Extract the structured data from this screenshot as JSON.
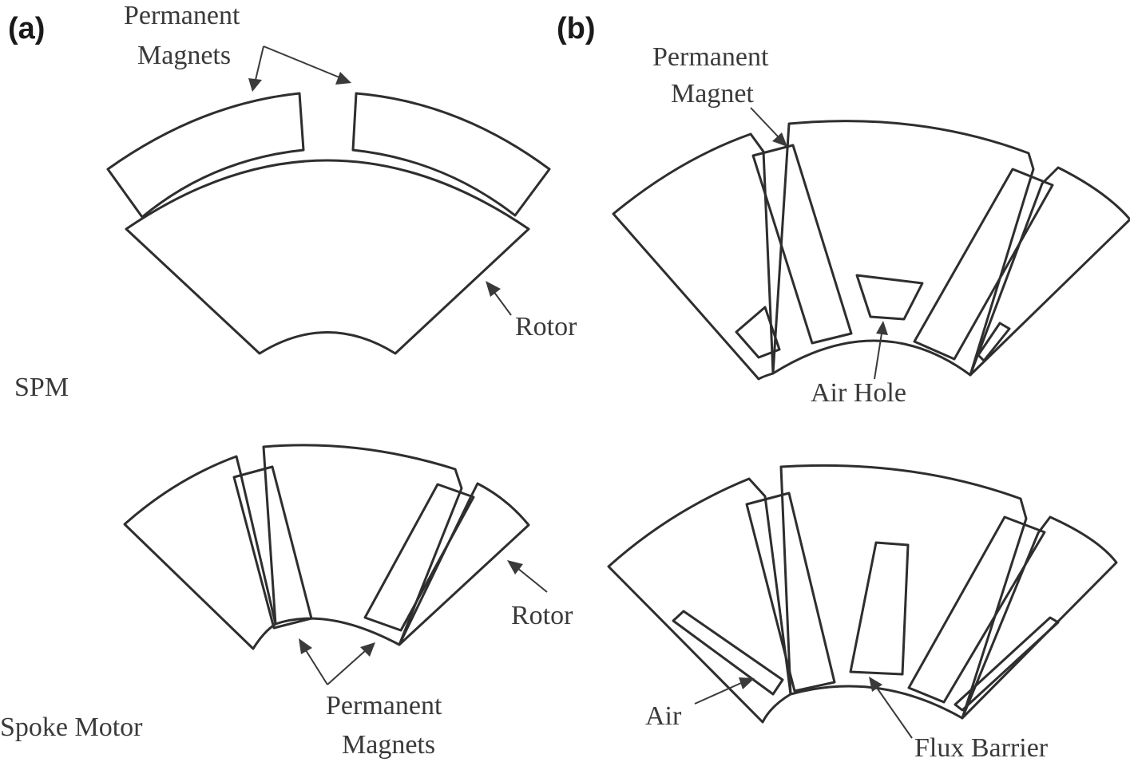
{
  "panels": {
    "a": "(a)",
    "b": "(b)"
  },
  "rows": {
    "top": "SPM",
    "bottom": "Spoke Motor"
  },
  "labels": {
    "a_top_pm_1": "Permanent",
    "a_top_pm_2": "Magnets",
    "a_top_rotor": "Rotor",
    "a_bottom_rotor": "Rotor",
    "a_bottom_pm_1": "Permanent",
    "a_bottom_pm_2": "Magnets",
    "b_top_pm_1": "Permanent",
    "b_top_pm_2": "Magnet",
    "b_top_airhole": "Air Hole",
    "b_bottom_air": "Air",
    "b_bottom_flux": "Flux Barrier"
  }
}
